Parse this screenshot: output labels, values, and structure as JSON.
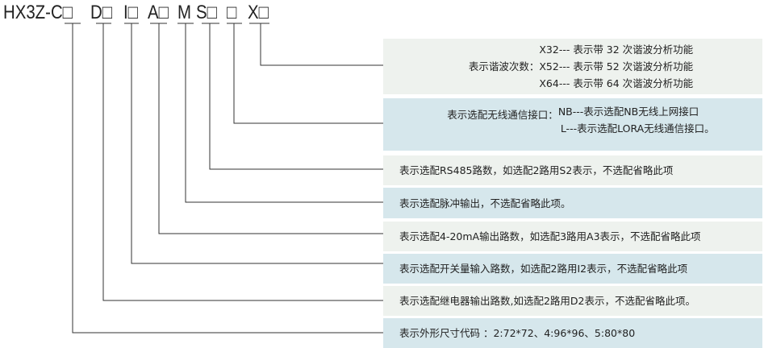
{
  "code": {
    "parts": [
      "HX3Z-C□",
      "D□",
      "I□",
      "A□",
      "M",
      "S□",
      "□",
      "X□"
    ]
  },
  "items": [
    {
      "label": "表示谐波次数：",
      "lines": [
        "X32--- 表示带 32 次谐波分析功能",
        "X52--- 表示带 52 次谐波分析功能",
        "X64--- 表示带 64 次谐波分析功能"
      ]
    },
    {
      "label": "表示选配无线通信接口：",
      "lines": [
        "NB---表示选配NB无线上网接口",
        "L---表示选配LORA无线通信接口。"
      ]
    },
    {
      "text": "表示选配RS485路数，如选配2路用S2表示，不选配省略此项"
    },
    {
      "text": "表示选配脉冲输出，不选配省略此项。"
    },
    {
      "text": "表示选配4-20mA输出路数，如选配3路用A3表示，不选配省略此项"
    },
    {
      "text": "表示选配开关量输入路数，如选配2路用I2表示，不选配省略此项"
    },
    {
      "text": "表示选配继电器输出路数,如选配2路用D2表示，不选配省略此项。"
    },
    {
      "text": "表示外形尺寸代码 ：2:72*72、4:96*96、5:80*80"
    }
  ]
}
